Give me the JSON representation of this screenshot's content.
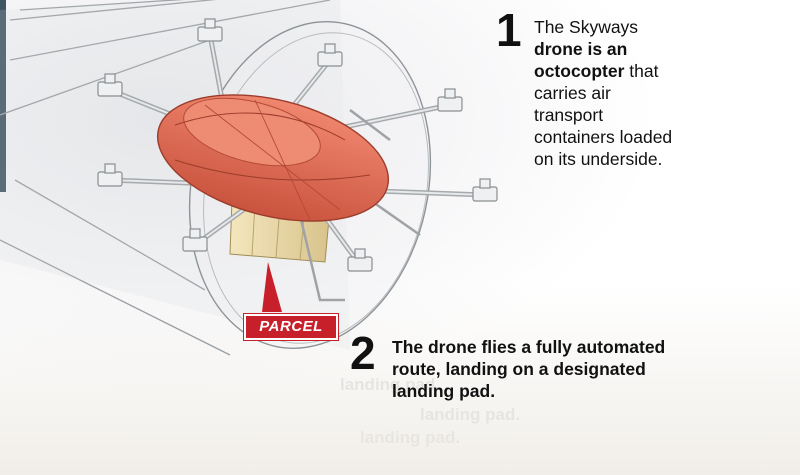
{
  "step1": {
    "number": "1",
    "text_pre": "The Skyways ",
    "text_bold": "drone is an octocopter",
    "text_post": " that carries air transport containers loaded on its underside."
  },
  "step2": {
    "number": "2",
    "text": "The drone flies a fully automated route, landing on a designated landing pad."
  },
  "parcel_label": "PARCEL",
  "colors": {
    "drone_body": "#e8705a",
    "drone_body_dark": "#c9533e",
    "parcel_box": "#ead9a8",
    "label_red": "#c8202b",
    "frame_gray": "#cfd3d6",
    "accent_bar": "#3f5563"
  }
}
